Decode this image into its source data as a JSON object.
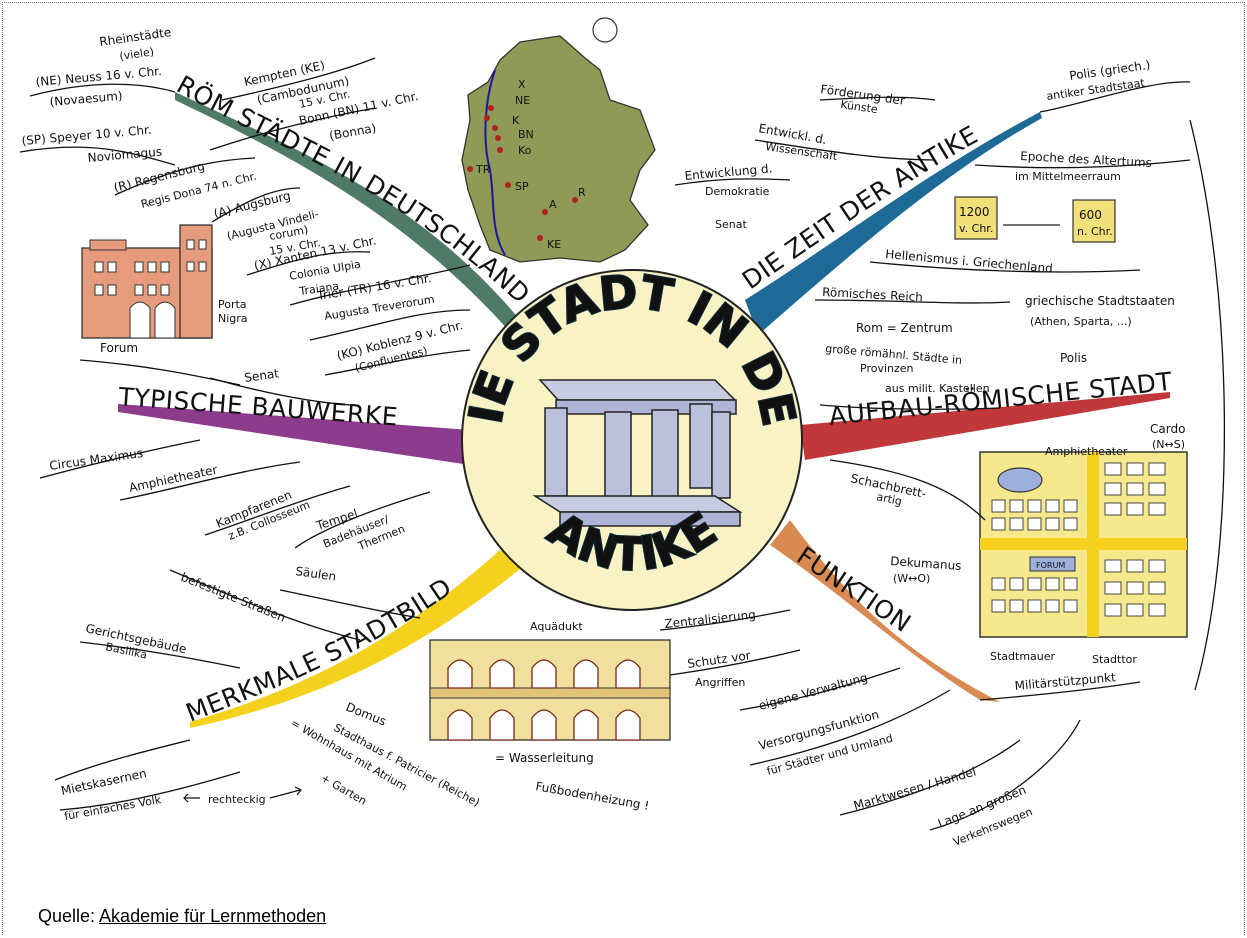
{
  "center": {
    "line1": "DIE STADT IN DER",
    "line2": "ANTIKE"
  },
  "branches": {
    "roem_staedte": {
      "title": "RÖM STÄDTE IN DEUTSCHLAND",
      "color": "#4f7a68",
      "items": [
        {
          "label": "(NE) Neuss 16 v. Chr.",
          "sub": "(Novaesum)"
        },
        {
          "label": "Rheinstädte",
          "sub": "(viele)"
        },
        {
          "label": "Kempten (KE)",
          "sub": "(Cambodunum)",
          "sub2": "15 v. Chr."
        },
        {
          "label": "Bonn (BN) 11 v. Chr.",
          "sub": "(Bonna)"
        },
        {
          "label": "(SP) Speyer 10 v. Chr.",
          "sub": "Noviomagus"
        },
        {
          "label": "(R) Regensburg",
          "sub": "Regis Dona 74 n. Chr."
        },
        {
          "label": "(A) Augsburg",
          "sub": "(Augusta Vindeli-",
          "sub2": "corum)",
          "sub3": "15 v. Chr."
        },
        {
          "label": "(X) Xanten 13 v. Chr.",
          "sub": "Colonia Ulpia",
          "sub2": "Traiana"
        },
        {
          "label": "Trier (TR) 16 v. Chr.",
          "sub": "Augusta Treverorum"
        },
        {
          "label": "(KO) Koblenz 9 v. Chr.",
          "sub": "(Confluentes)"
        },
        {
          "label": "Porta",
          "sub": "Nigra"
        }
      ],
      "map_labels": [
        "X",
        "NE",
        "K",
        "BN",
        "Ko",
        "TR",
        "SP",
        "R",
        "A",
        "KE"
      ]
    },
    "zeit": {
      "title": "DIE ZEIT DER ANTIKE",
      "color": "#1d6a96",
      "items": [
        {
          "label": "Polis (griech.)",
          "sub": "antiker Stadtstaat"
        },
        {
          "label": "Förderung der",
          "sub": "Künste"
        },
        {
          "label": "Entwickl. d.",
          "sub": "Wissenschaft"
        },
        {
          "label": "Entwicklung d.",
          "sub": "Demokratie",
          "sub2": "Senat"
        },
        {
          "label": "Epoche des Altertums",
          "sub": "im Mittelmeerraum"
        },
        {
          "label": "Hellenismus i. Griechenland"
        },
        {
          "label": "griechische Stadtstaaten",
          "sub": "(Athen, Sparta, ...)",
          "sub2": "Polis"
        },
        {
          "label": "Römisches Reich"
        },
        {
          "label": "Rom = Zentrum",
          "sub": "große römähnl. Städte in",
          "sub2": "Provinzen",
          "sub3": "aus milit. Kastellen"
        }
      ],
      "cal_start": "1200",
      "cal_start_sub": "v. Chr.",
      "cal_end": "600",
      "cal_end_sub": "n. Chr."
    },
    "bauwerke": {
      "title": "TYPISCHE BAUWERKE",
      "color": "#8c3b8d",
      "items": [
        {
          "label": "Forum"
        },
        {
          "label": "Senat"
        },
        {
          "label": "Circus Maximus"
        },
        {
          "label": "Amphietheater"
        },
        {
          "label": "Kampfarenen",
          "sub": "z.B. Collosseum"
        },
        {
          "label": "Tempel",
          "sub": "Badehäuser/",
          "sub2": "Thermen"
        }
      ]
    },
    "aufbau": {
      "title": "AUFBAU-RÖMISCHE STADT",
      "color": "#c0383a",
      "items": [
        {
          "label": "Schachbrett-",
          "sub": "artig"
        },
        {
          "label": "Cardo",
          "sub": "(N↔S)"
        },
        {
          "label": "Amphietheater"
        },
        {
          "label": "Dekumanus",
          "sub": "(W↔O)"
        },
        {
          "label": "FORUM"
        },
        {
          "label": "Stadtmauer"
        },
        {
          "label": "Stadttor"
        }
      ]
    },
    "merkmale": {
      "title": "MERKMALE STADTBILD",
      "color": "#f3d11c",
      "items": [
        {
          "label": "Säulen"
        },
        {
          "label": "befestigte Straßen"
        },
        {
          "label": "Gerichtsgebäude",
          "sub": "Basilika"
        },
        {
          "label": "Aquädukt",
          "sub": "= Wasserleitung"
        },
        {
          "label": "Domus",
          "sub": "Stadthaus f. Patricier (Reiche)",
          "sub2": "= Wohnhaus mit Atrium",
          "sub3": "+ Garten"
        },
        {
          "label": "Fußbodenheizung !"
        },
        {
          "label": "Mietskasernen",
          "sub": "für einfaches Volk"
        },
        {
          "label": "rechteckig"
        }
      ]
    },
    "funktion": {
      "title": "FUNKTION",
      "color": "#d98a52",
      "items": [
        {
          "label": "Zentralisierung"
        },
        {
          "label": "Schutz vor",
          "sub": "Angriffen"
        },
        {
          "label": "eigene Verwaltung"
        },
        {
          "label": "Militärstützpunkt"
        },
        {
          "label": "Versorgungsfunktion",
          "sub": "für Städter und Umland"
        },
        {
          "label": "Marktwesen / Handel"
        },
        {
          "label": "Lage an großen",
          "sub": "Verkehrswegen"
        }
      ]
    }
  },
  "source": {
    "prefix": "Quelle: ",
    "link": "Akademie für Lernmethoden"
  }
}
